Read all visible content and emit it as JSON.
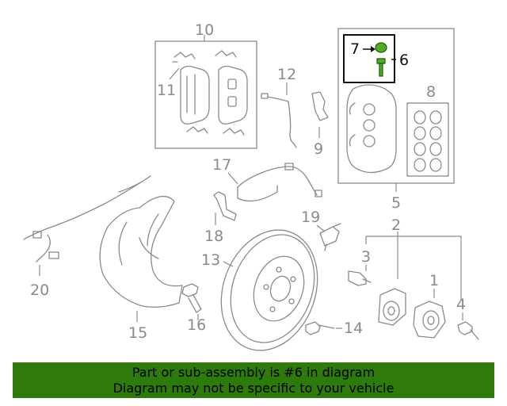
{
  "diagram": {
    "callouts": {
      "c1": "1",
      "c2": "2",
      "c3": "3",
      "c4": "4",
      "c5": "5",
      "c6": "6",
      "c7": "7",
      "c8": "8",
      "c9": "9",
      "c10": "10",
      "c11": "11",
      "c12": "12",
      "c13": "13",
      "c14": "14",
      "c15": "15",
      "c16": "16",
      "c17": "17",
      "c18": "18",
      "c19": "19",
      "c20": "20"
    },
    "highlight_color": "#4caf22"
  },
  "banner": {
    "line1": "Part or sub-assembly is #6 in diagram",
    "line2": "Diagram may not be specific to your vehicle",
    "background": "#2e7a0c"
  }
}
